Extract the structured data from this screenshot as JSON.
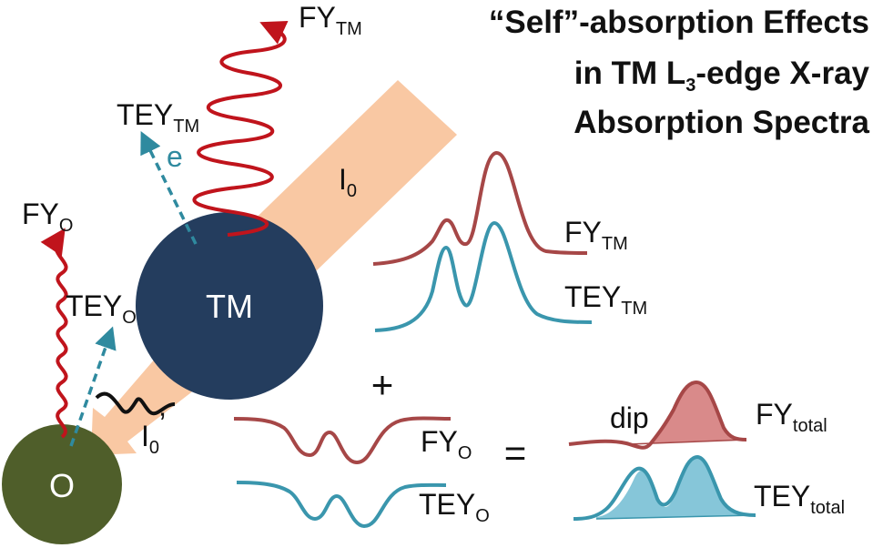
{
  "title": {
    "line1": "“Self”-absorption Effects",
    "line2_prefix": "in TM L",
    "line2_sub": "3",
    "line2_suffix": "-edge X-ray",
    "line3": "Absorption Spectra"
  },
  "circles": {
    "tm": {
      "label": "TM",
      "color": "#243d5e"
    },
    "o": {
      "label": "O",
      "color": "#4f5e2a"
    }
  },
  "beam": {
    "color": "#f9c8a3",
    "incident": {
      "main": "I",
      "sub": "0"
    },
    "attenuated": {
      "main": "I",
      "sub": "0",
      "prime": "’"
    }
  },
  "labels": {
    "fy_tm_top": {
      "main": "FY",
      "sub": "TM"
    },
    "tey_tm_top": {
      "main": "TEY",
      "sub": "TM"
    },
    "electron": "e",
    "fy_o_left": {
      "main": "FY",
      "sub": "O"
    },
    "tey_o_left": {
      "main": "TEY",
      "sub": "O"
    }
  },
  "spectra": {
    "fy_tm": {
      "main": "FY",
      "sub": "TM"
    },
    "tey_tm": {
      "main": "TEY",
      "sub": "TM"
    },
    "fy_o": {
      "main": "FY",
      "sub": "O"
    },
    "tey_o": {
      "main": "TEY",
      "sub": "O"
    },
    "fy_total": {
      "main": "FY",
      "sub": "total"
    },
    "tey_total": {
      "main": "TEY",
      "sub": "total"
    },
    "dip": "dip",
    "plus": "+",
    "equals": "="
  },
  "colors": {
    "fy_curve": "#a64747",
    "tey_curve": "#3a96ad",
    "fy_fill": "#d98a8a",
    "tey_fill": "#86c6d9",
    "arrow_red": "#c0141c",
    "arrow_teal": "#2f8a9f"
  }
}
